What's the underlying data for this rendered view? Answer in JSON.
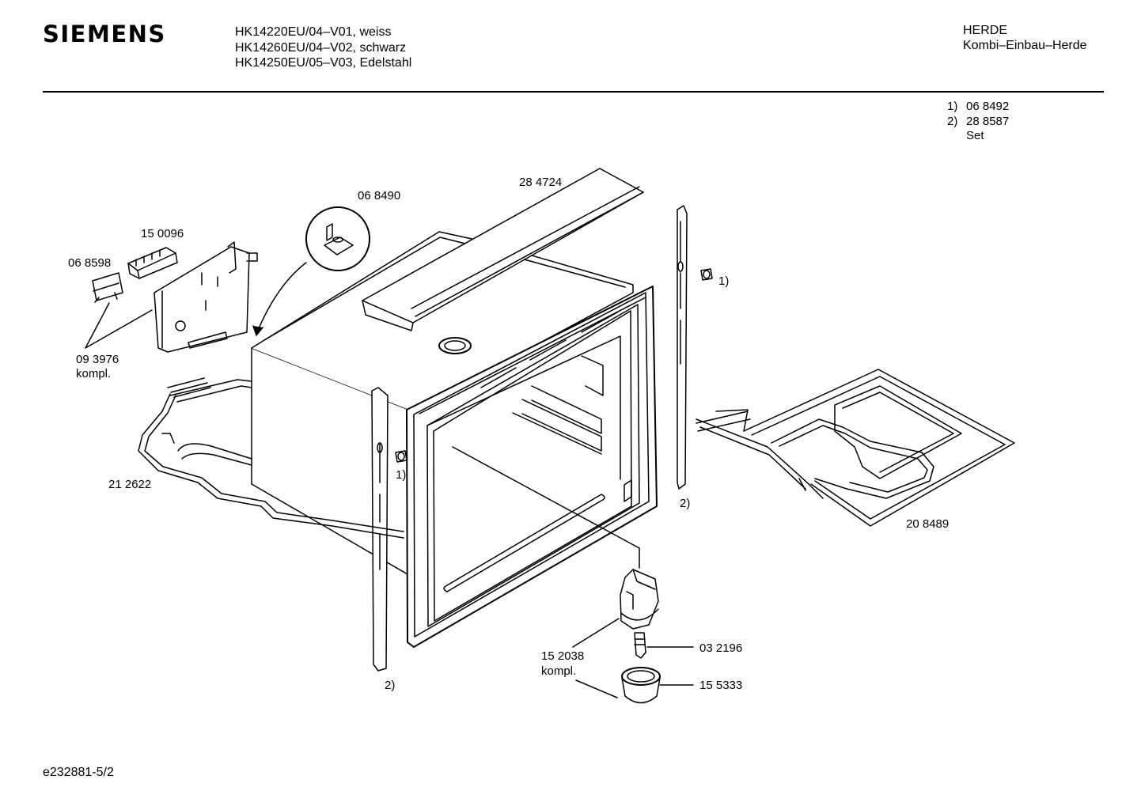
{
  "header": {
    "brand": "SIEMENS",
    "models": [
      "HK14220EU/04–V01, weiss",
      "HK14260EU/04–V02, schwarz",
      "HK14250EU/05–V03, Edelstahl"
    ],
    "category": "HERDE",
    "subcategory": "Kombi–Einbau–Herde"
  },
  "notes": [
    {
      "num": "1)",
      "value": "06 8492"
    },
    {
      "num": "2)",
      "value": "28 8587"
    },
    {
      "num": "",
      "value": "Set"
    }
  ],
  "labels": {
    "p284724": "28 4724",
    "p068490": "06 8490",
    "p150096": "15 0096",
    "p068598": "06 8598",
    "p093976": "09 3976",
    "p093976_sub": "kompl.",
    "p212622": "21 2622",
    "ref1_left": "1)",
    "ref1_right": "1)",
    "ref2_left": "2)",
    "ref2_right": "2)",
    "p208489": "20 8489",
    "p152038": "15 2038",
    "p152038_sub": "kompl.",
    "p032196": "03 2196",
    "p155333": "15 5333"
  },
  "footer": {
    "doc_id": "e232881-5/2"
  }
}
